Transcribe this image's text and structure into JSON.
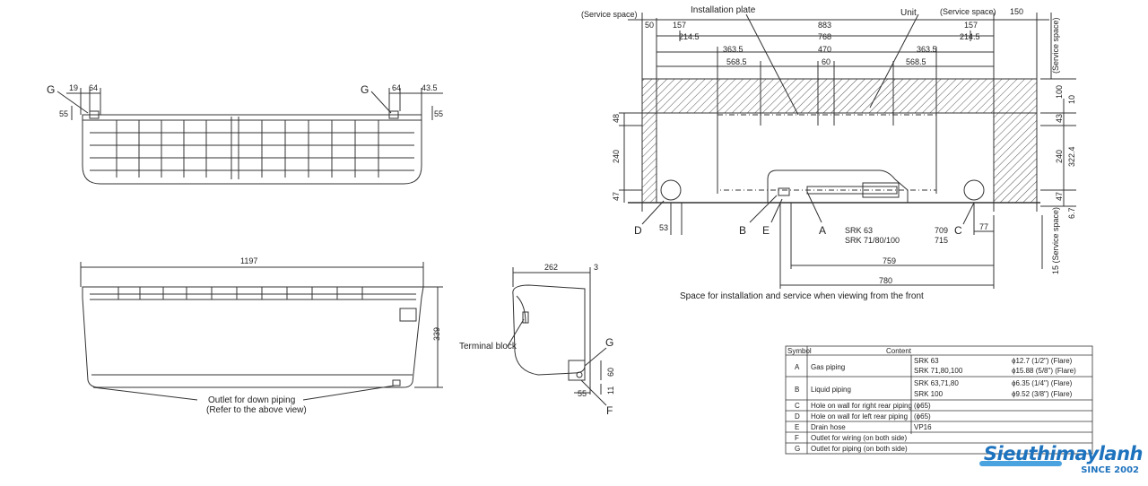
{
  "colors": {
    "line": "#333333",
    "brand": "#1e73be",
    "brand_light": "#4aa3df"
  },
  "top_view": {
    "g_left": "G",
    "g_right": "G",
    "dims": {
      "a": "19",
      "b": "64",
      "c": "55",
      "d": "64",
      "e": "43.5",
      "f": "55"
    }
  },
  "front_view": {
    "width": "1197",
    "height": "339",
    "outlet_line1": "Outlet for down piping",
    "outlet_line2": "(Refer to the above view)"
  },
  "side_view": {
    "depth": "262",
    "gap": "3",
    "terminal_block": "Terminal block",
    "g": "G",
    "f": "F",
    "d60": "60",
    "d55": "55",
    "d11": "11"
  },
  "installation": {
    "service_space_left": "(Service space)",
    "service_space_right": "(Service space)",
    "installation_plate": "Installation plate",
    "unit": "Unit",
    "d50": "50",
    "d157a": "157",
    "d883": "883",
    "d157b": "157",
    "d150": "150",
    "d214a": "214.5",
    "d768": "768",
    "d214b": "214.5",
    "d363a": "363.5",
    "d470": "470",
    "d363b": "363.5",
    "d568a": "568.5",
    "d60": "60",
    "d568b": "568.5",
    "left_48": "48",
    "left_240": "240",
    "left_47": "47",
    "d53": "53",
    "right_100": "100",
    "right_10": "10",
    "right_43": "43",
    "right_240": "240",
    "right_322": "322.4",
    "right_47": "47",
    "right_6": "6.7",
    "vert_service_top": "(Service space)",
    "vert_service_bottom": "15 (Service space)",
    "mark_d": "D",
    "mark_b": "B",
    "mark_e": "E",
    "mark_a": "A",
    "mark_c": "C",
    "srk63": "SRK 63",
    "srk71": "SRK 71/80/100",
    "v709": "709",
    "v715": "715",
    "d77": "77",
    "d759": "759",
    "d780": "780",
    "caption": "Space for installation and service when viewing from the front"
  },
  "table": {
    "headers": [
      "Symbol",
      "Content"
    ],
    "rows": [
      {
        "symbol": "A",
        "content": "Gas piping",
        "sub": [
          "SRK 63",
          "SRK 71,80,100"
        ],
        "spec": [
          "ϕ12.7 (1/2\") (Flare)",
          "ϕ15.88 (5/8\") (Flare)"
        ]
      },
      {
        "symbol": "B",
        "content": "Liquid piping",
        "sub": [
          "SRK 63,71,80",
          "SRK 100"
        ],
        "spec": [
          "ϕ6.35 (1/4\") (Flare)",
          "ϕ9.52 (3/8\") (Flare)"
        ]
      },
      {
        "symbol": "C",
        "content": "Hole on wall for right rear piping",
        "sub": [
          "(ϕ65)"
        ],
        "spec": []
      },
      {
        "symbol": "D",
        "content": "Hole on wall for left rear piping",
        "sub": [
          "(ϕ65)"
        ],
        "spec": []
      },
      {
        "symbol": "E",
        "content": "Drain hose",
        "sub": [
          "VP16"
        ],
        "spec": []
      },
      {
        "symbol": "F",
        "content": "Outlet for wiring (on both side)",
        "sub": [],
        "spec": []
      },
      {
        "symbol": "G",
        "content": "Outlet for piping (on both side)",
        "sub": [],
        "spec": []
      }
    ]
  },
  "logo": {
    "name": "Sieuthimaylanh",
    "since": "SINCE 2002",
    "icon": "wave-logo-icon"
  }
}
